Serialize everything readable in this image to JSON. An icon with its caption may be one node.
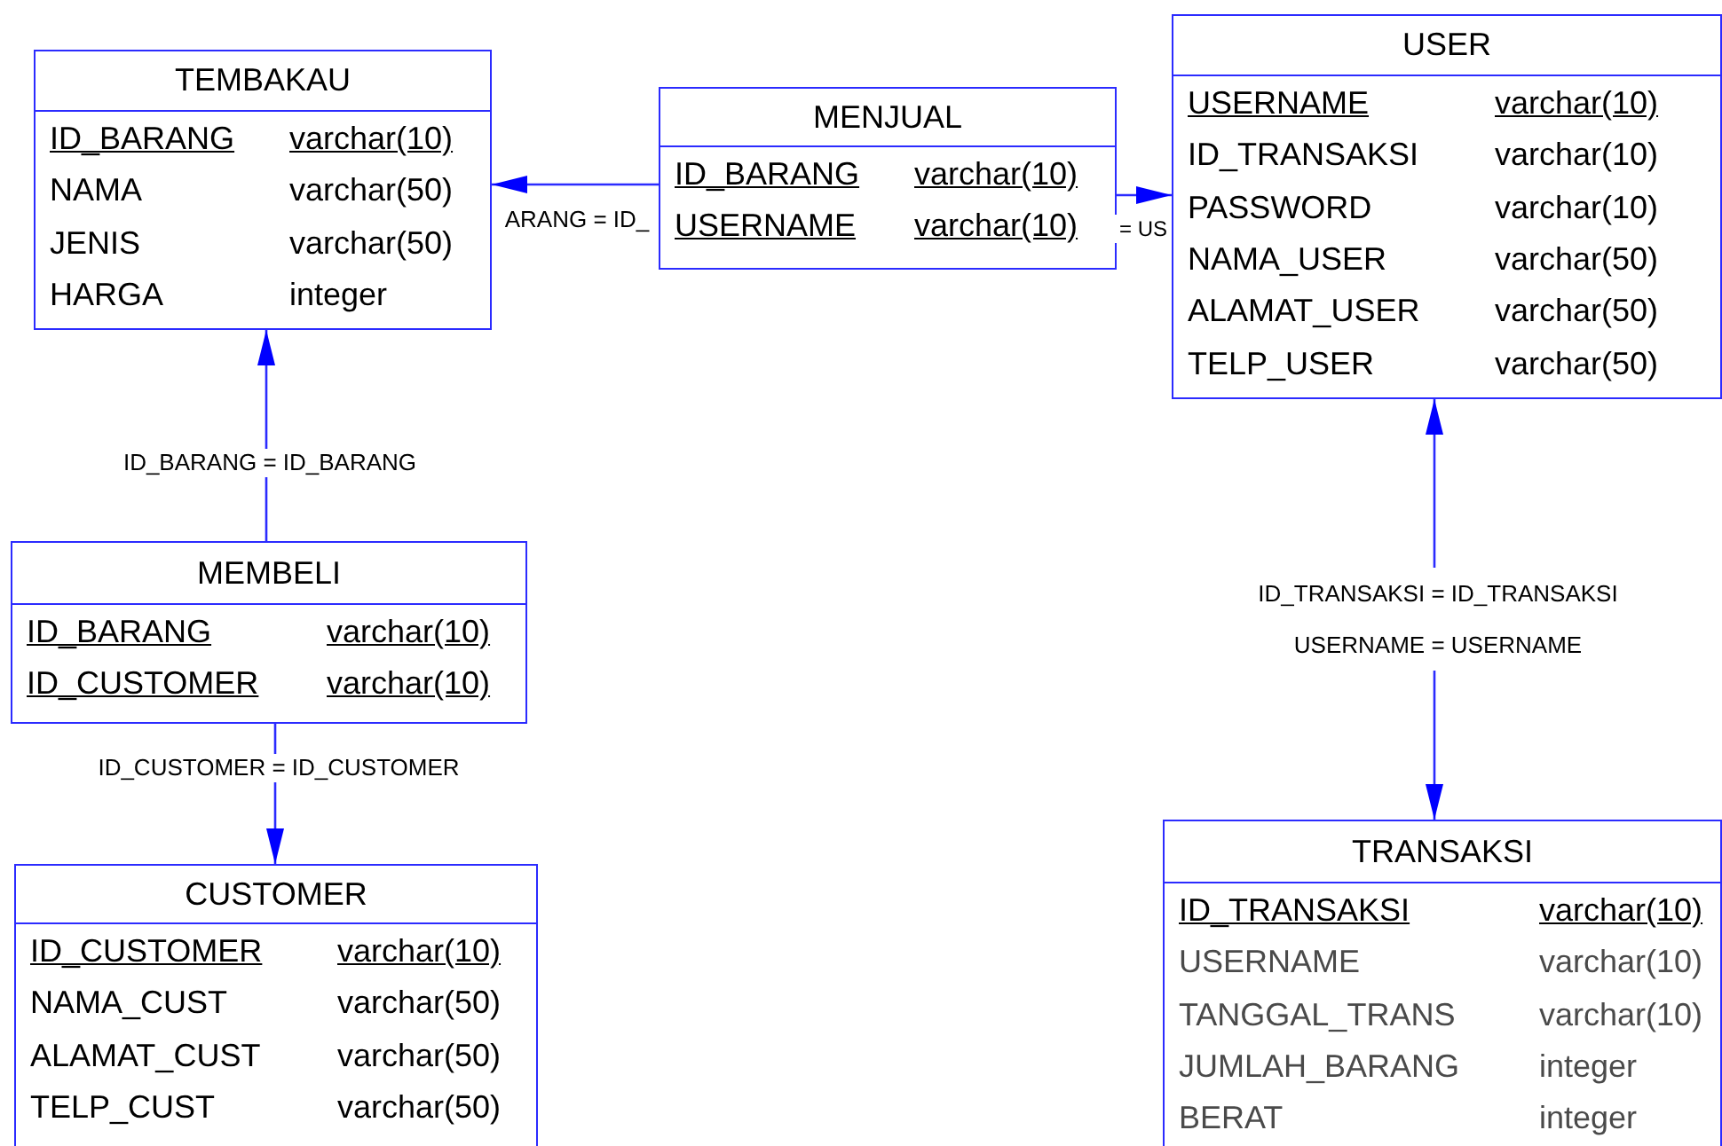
{
  "diagram": {
    "nodes": [
      {
        "text": [
          "TEMBAKAU",
          "ID_BARANG",
          "varchar(10)",
          "NAMA",
          "varchar(50)",
          "JENIS",
          "varchar(50)",
          "HARGA",
          "integer"
        ]
      },
      {
        "text": [
          "MENJUAL",
          "ID_BARANG",
          "varchar(10)",
          "USERNAME",
          "varchar(10)"
        ]
      },
      {
        "text": [
          "USER",
          "USERNAME",
          "varchar(10)",
          "ID_TRANSAKSI",
          "varchar(10)",
          "PASSWORD",
          "varchar(10)",
          "NAMA_USER",
          "varchar(50)",
          "ALAMAT_USER",
          "varchar(50)",
          "TELP_USER",
          "varchar(50)"
        ]
      },
      {
        "text": [
          "MEMBELI",
          "ID_BARANG",
          "varchar(10)",
          "ID_CUSTOMER",
          "varchar(10)"
        ]
      },
      {
        "text": [
          "CUSTOMER",
          "ID_CUSTOMER",
          "varchar(10)",
          "NAMA_CUST",
          "varchar(50)",
          "ALAMAT_CUST",
          "varchar(50)",
          "TELP_CUST",
          "varchar(50)"
        ]
      },
      {
        "text": [
          "TRANSAKSI",
          "ID_TRANSAKSI",
          "varchar(10)",
          "USERNAME",
          "varchar(10)",
          "TANGGAL_TRANS",
          "varchar(10)",
          "JUMLAH_BARANG",
          "integer",
          "BERAT",
          "integer"
        ]
      }
    ],
    "edges": [
      {
        "from": 1,
        "to": 0,
        "arrow": "to",
        "label": "ARANG = ID_"
      },
      {
        "from": 1,
        "to": 2,
        "arrow": "to",
        "label": "= US"
      },
      {
        "from": 3,
        "to": 0,
        "arrow": "to",
        "label": "ID_BARANG = ID_BARANG"
      },
      {
        "from": 3,
        "to": 4,
        "arrow": "to",
        "label": "ID_CUSTOMER = ID_CUSTOMER"
      },
      {
        "from": 2,
        "to": 5,
        "arrow": "both",
        "label": "ID_TRANSAKSI = ID_TRANSAKSI USERNAME = USERNAME"
      }
    ]
  }
}
